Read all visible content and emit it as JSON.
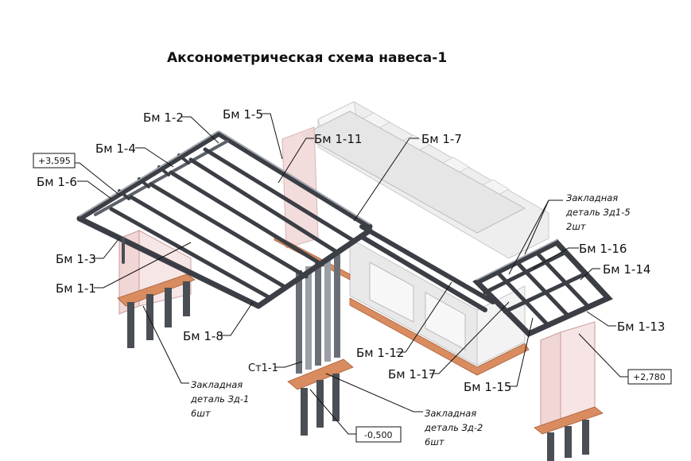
{
  "title": "Аксонометрическая схема навеса-1",
  "beams": {
    "b1_1": "Бм 1-1",
    "b1_2": "Бм 1-2",
    "b1_3": "Бм 1-3",
    "b1_4": "Бм 1-4",
    "b1_5": "Бм 1-5",
    "b1_6": "Бм 1-6",
    "b1_7": "Бм 1-7",
    "b1_8": "Бм 1-8",
    "b1_11": "Бм 1-11",
    "b1_12": "Бм 1-12",
    "b1_13": "Бм 1-13",
    "b1_14": "Бм 1-14",
    "b1_15": "Бм 1-15",
    "b1_16": "Бм 1-16",
    "b1_17": "Бм 1-17"
  },
  "column": "Ст1-1",
  "embeds": {
    "zd1_5": [
      "Закладная",
      "деталь Зд1-5",
      "2шт"
    ],
    "zd1": [
      "Закладная",
      "деталь Зд-1",
      "6шт"
    ],
    "zd2": [
      "Закладная",
      "деталь Зд-2",
      "6шт"
    ]
  },
  "elevations": {
    "top": "+3,595",
    "right": "+2,780",
    "bottom": "-0,500"
  },
  "colors": {
    "steel": "#4a4e55",
    "steel_light": "#9aa0a8",
    "concrete": "#ececec",
    "concrete_pink": "#f1d6d6",
    "footing": "#d98c5f"
  }
}
